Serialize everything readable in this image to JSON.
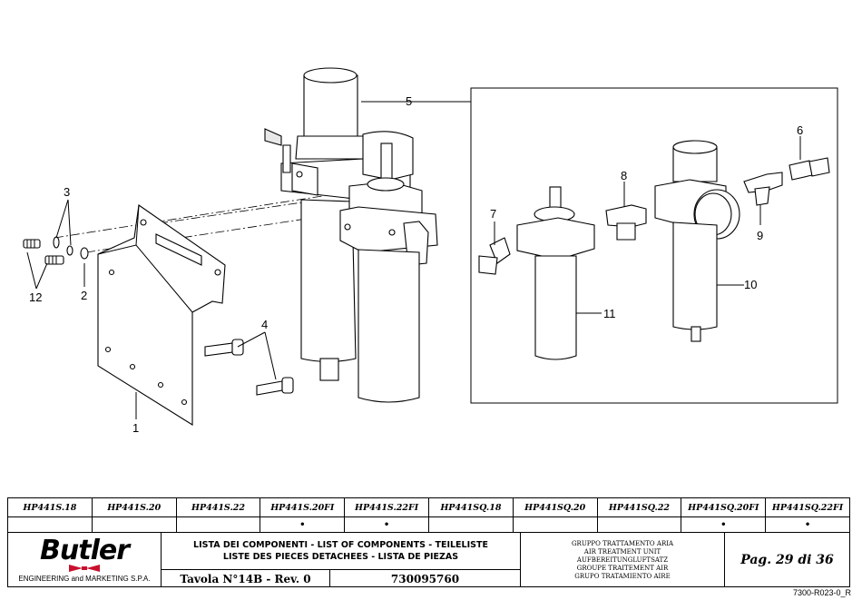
{
  "callouts": [
    "1",
    "2",
    "3",
    "4",
    "5",
    "6",
    "7",
    "8",
    "9",
    "10",
    "11",
    "12"
  ],
  "models": [
    "HP441S.18",
    "HP441S.20",
    "HP441S.22",
    "HP441S.20FI",
    "HP441S.22FI",
    "HP441SQ.18",
    "HP441SQ.20",
    "HP441SQ.22",
    "HP441SQ.20FI",
    "HP441SQ.22FI"
  ],
  "applicability": [
    "",
    "",
    "",
    "•",
    "•",
    "",
    "",
    "",
    "•",
    "•"
  ],
  "logo": {
    "name": "Butler",
    "tagline": "ENGINEERING and MARKETING S.P.A."
  },
  "list_title": [
    "LISTA DEI COMPONENTI - LIST OF COMPONENTS - TEILELISTE",
    "LISTE DES PIECES DETACHEES - LISTA DE PIEZAS"
  ],
  "table_label": "Tavola N°14B - Rev. 0",
  "code": "730095760",
  "group_names": [
    "GRUPPO TRATTAMENTO ARIA",
    "AIR TREATMENT UNIT",
    "AUFBEREITUNGLUFTSATZ",
    "GROUPE TRAITEMENT AIR",
    "GRUPO TRATAMIENTO AIRE"
  ],
  "page": "Pag. 29 di 36",
  "doc_ref": "7300-R023-0_R"
}
